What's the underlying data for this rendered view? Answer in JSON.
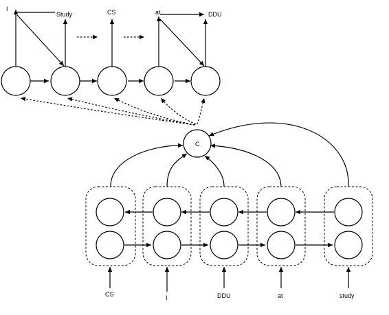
{
  "decoder": {
    "output_tokens": [
      "I",
      "Study",
      "CS",
      "at",
      "DDU"
    ],
    "ellipsis": "· · ·"
  },
  "context": {
    "label": "C"
  },
  "encoder": {
    "input_tokens": [
      "CS",
      "I",
      "DDU",
      "at",
      "study"
    ]
  }
}
